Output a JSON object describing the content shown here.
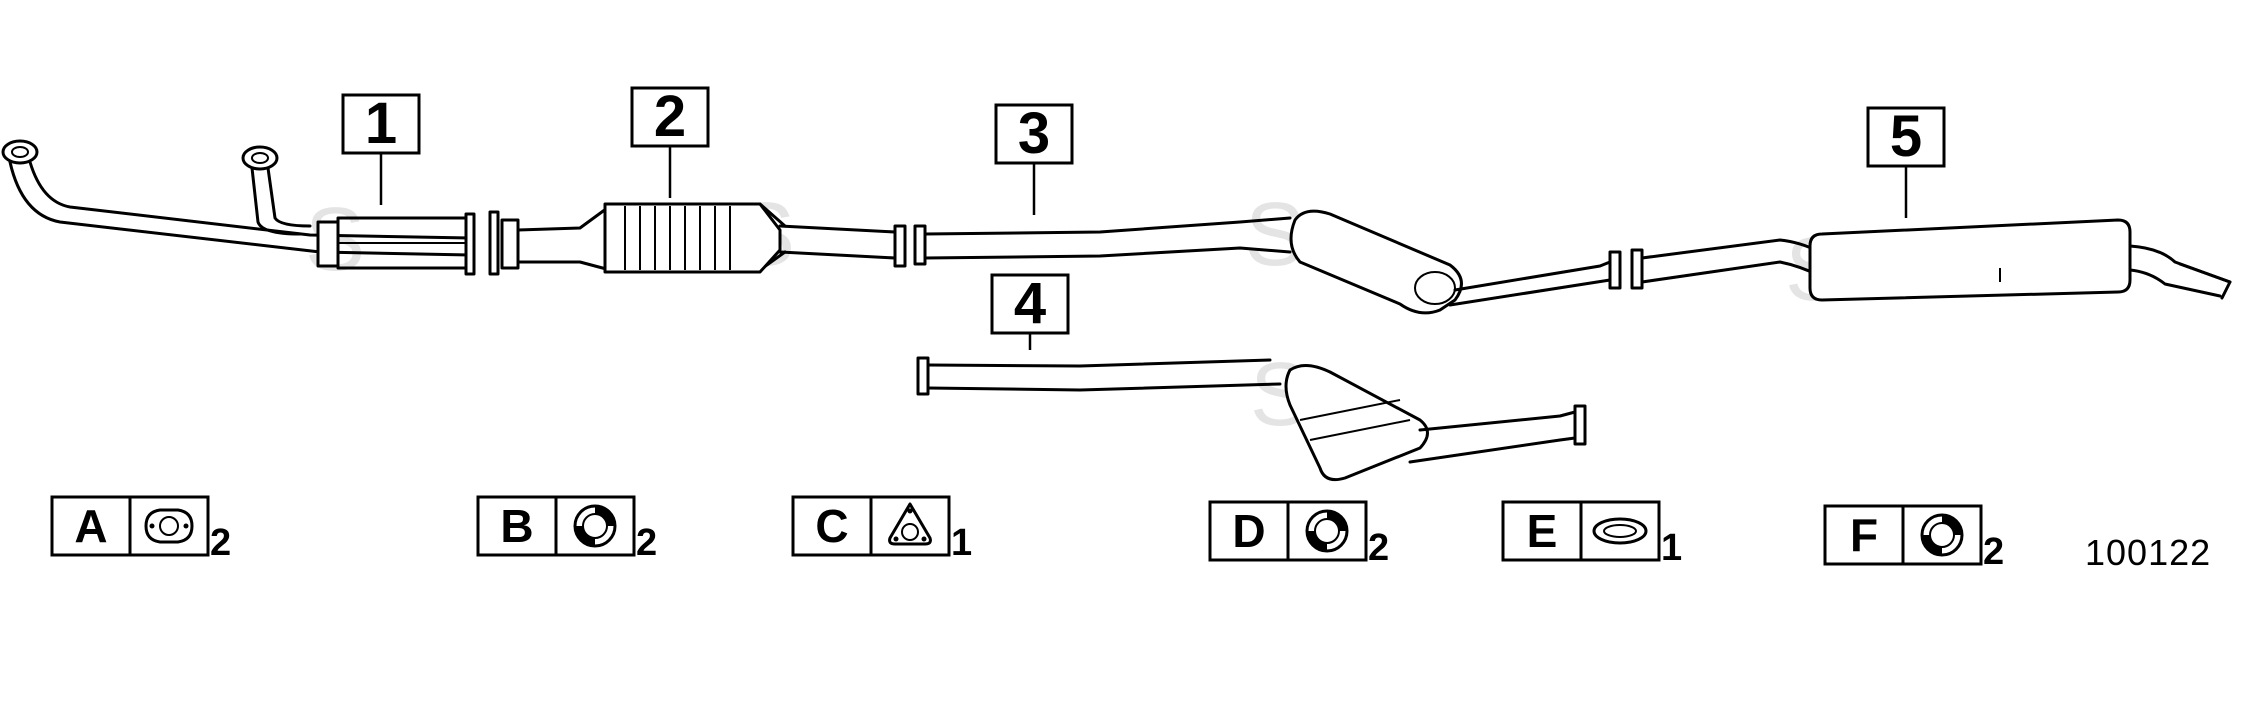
{
  "callouts": [
    {
      "id": "1",
      "label": "1"
    },
    {
      "id": "2",
      "label": "2"
    },
    {
      "id": "3",
      "label": "3"
    },
    {
      "id": "4",
      "label": "4"
    },
    {
      "id": "5",
      "label": "5"
    }
  ],
  "gaskets": [
    {
      "letter": "A",
      "qty": "2",
      "icon": "gasket-two-bolt-icon"
    },
    {
      "letter": "B",
      "qty": "2",
      "icon": "ring-gasket-icon"
    },
    {
      "letter": "C",
      "qty": "1",
      "icon": "gasket-three-bolt-icon"
    },
    {
      "letter": "D",
      "qty": "2",
      "icon": "ring-gasket-icon"
    },
    {
      "letter": "E",
      "qty": "1",
      "icon": "oval-gasket-icon"
    },
    {
      "letter": "F",
      "qty": "2",
      "icon": "ring-gasket-icon"
    }
  ],
  "diagram_id": "100122",
  "watermark": "S"
}
